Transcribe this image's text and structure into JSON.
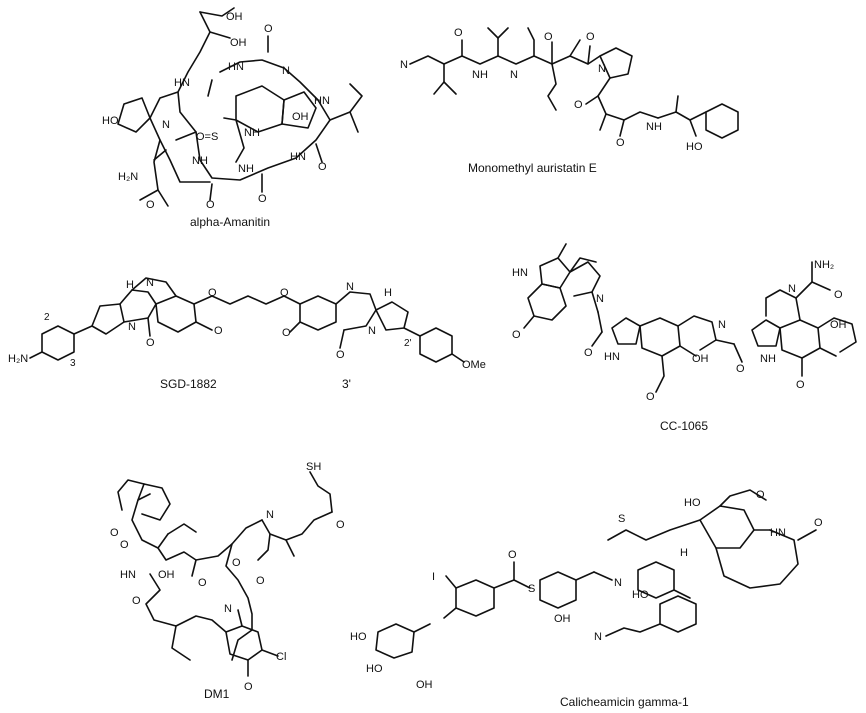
{
  "captions": {
    "amanitin": "alpha-Amanitin",
    "mmae": "Monomethyl auristatin E",
    "sgd": "SGD-1882",
    "cc1065": "CC-1065",
    "dm1": "DM1",
    "calich": "Calicheamicin gamma-1"
  },
  "atoms": {
    "oh": "OH",
    "ho": "HO",
    "nh": "NH",
    "hn": "HN",
    "n": "N",
    "o": "O",
    "s": "S",
    "h": "H",
    "i": "I",
    "cl": "Cl",
    "sh": "SH",
    "nh2": "NH₂",
    "h2n": "H₂N",
    "ome": "OMe",
    "oeqs": "O=S"
  },
  "locants": {
    "two": "2",
    "three": "3",
    "two_prime": "2'",
    "three_prime": "3'"
  }
}
